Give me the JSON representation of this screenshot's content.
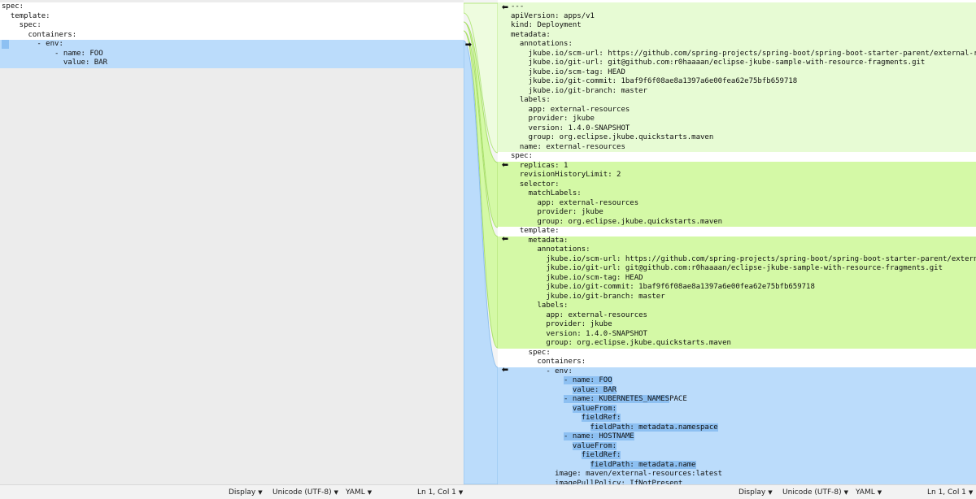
{
  "left": {
    "lines": [
      "spec:",
      "  template:",
      "    spec:",
      "      containers:",
      "        - env:",
      "            - name: FOO",
      "              value: BAR"
    ]
  },
  "right": {
    "lines": [
      "---",
      "apiVersion: apps/v1",
      "kind: Deployment",
      "metadata:",
      "  annotations:",
      "    jkube.io/scm-url: https://github.com/spring-projects/spring-boot/spring-boot-starter-parent/external-resources",
      "    jkube.io/git-url: git@github.com:r0haaaan/eclipse-jkube-sample-with-resource-fragments.git",
      "    jkube.io/scm-tag: HEAD",
      "    jkube.io/git-commit: 1baf9f6f08ae8a1397a6e00fea62e75bfb659718",
      "    jkube.io/git-branch: master",
      "  labels:",
      "    app: external-resources",
      "    provider: jkube",
      "    version: 1.4.0-SNAPSHOT",
      "    group: org.eclipse.jkube.quickstarts.maven",
      "  name: external-resources",
      "spec:",
      "  replicas: 1",
      "  revisionHistoryLimit: 2",
      "  selector:",
      "    matchLabels:",
      "      app: external-resources",
      "      provider: jkube",
      "      group: org.eclipse.jkube.quickstarts.maven",
      "  template:",
      "    metadata:",
      "      annotations:",
      "        jkube.io/scm-url: https://github.com/spring-projects/spring-boot/spring-boot-starter-parent/external-resources",
      "        jkube.io/git-url: git@github.com:r0haaaan/eclipse-jkube-sample-with-resource-fragments.git",
      "        jkube.io/scm-tag: HEAD",
      "        jkube.io/git-commit: 1baf9f6f08ae8a1397a6e00fea62e75bfb659718",
      "        jkube.io/git-branch: master",
      "      labels:",
      "        app: external-resources",
      "        provider: jkube",
      "        version: 1.4.0-SNAPSHOT",
      "        group: org.eclipse.jkube.quickstarts.maven",
      "    spec:",
      "      containers:",
      "        - env:",
      "            - name: FOO",
      "              value: BAR",
      "            - name: KUBERNETES_NAMESPACE",
      "              valueFrom:",
      "                fieldRef:",
      "                  fieldPath: metadata.namespace",
      "            - name: HOSTNAME",
      "              valueFrom:",
      "                fieldRef:",
      "                  fieldPath: metadata.name",
      "          image: maven/external-resources:latest",
      "          imagePullPolicy: IfNotPresent"
    ]
  },
  "status_left": {
    "display": "Display",
    "encoding": "Unicode (UTF-8)",
    "syntax": "YAML",
    "cursor": "Ln 1, Col 1"
  },
  "status_right": {
    "display": "Display",
    "encoding": "Unicode (UTF-8)",
    "syntax": "YAML",
    "cursor": "Ln 1, Col 1"
  },
  "icons": {
    "copy_right": "arrow-right-icon",
    "copy_left": "arrow-left-icon",
    "dropdown": "caret-down-icon"
  },
  "colors": {
    "added_light": "#e7fbd4",
    "added": "#d4f9a6",
    "modified": "#bbdcfb",
    "modified_strong": "#8dc0f2",
    "connector_green": "#c3f08c",
    "connector_blue": "#a9d0f7"
  }
}
